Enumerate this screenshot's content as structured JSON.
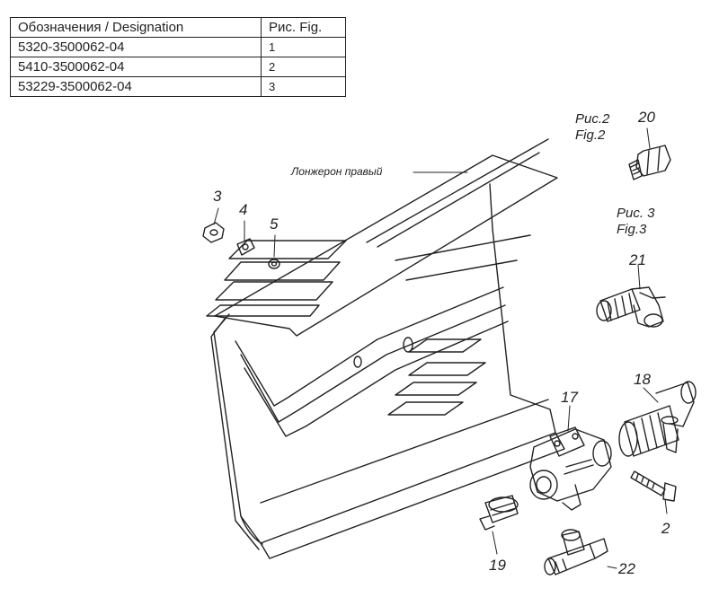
{
  "table": {
    "header": {
      "designation": "Обозначения / Designation",
      "figure": "Рис. Fig."
    },
    "rows": [
      {
        "designation": "5320-3500062-04",
        "figure": "1"
      },
      {
        "designation": "5410-3500062-04",
        "figure": "2"
      },
      {
        "designation": "53229-3500062-04",
        "figure": "3"
      }
    ]
  },
  "captions": {
    "fig2": {
      "ru": "Рис.2",
      "en": "Fig.2"
    },
    "fig3": {
      "ru": "Рис. 3",
      "en": "Fig.3"
    }
  },
  "part_label": "Лонжерон правый",
  "callouts": {
    "p2": "2",
    "p3": "3",
    "p4": "4",
    "p5": "5",
    "p17": "17",
    "p18": "18",
    "p19": "19",
    "p20": "20",
    "p21": "21",
    "p22": "22"
  },
  "colors": {
    "line": "#222222",
    "background": "#ffffff"
  }
}
